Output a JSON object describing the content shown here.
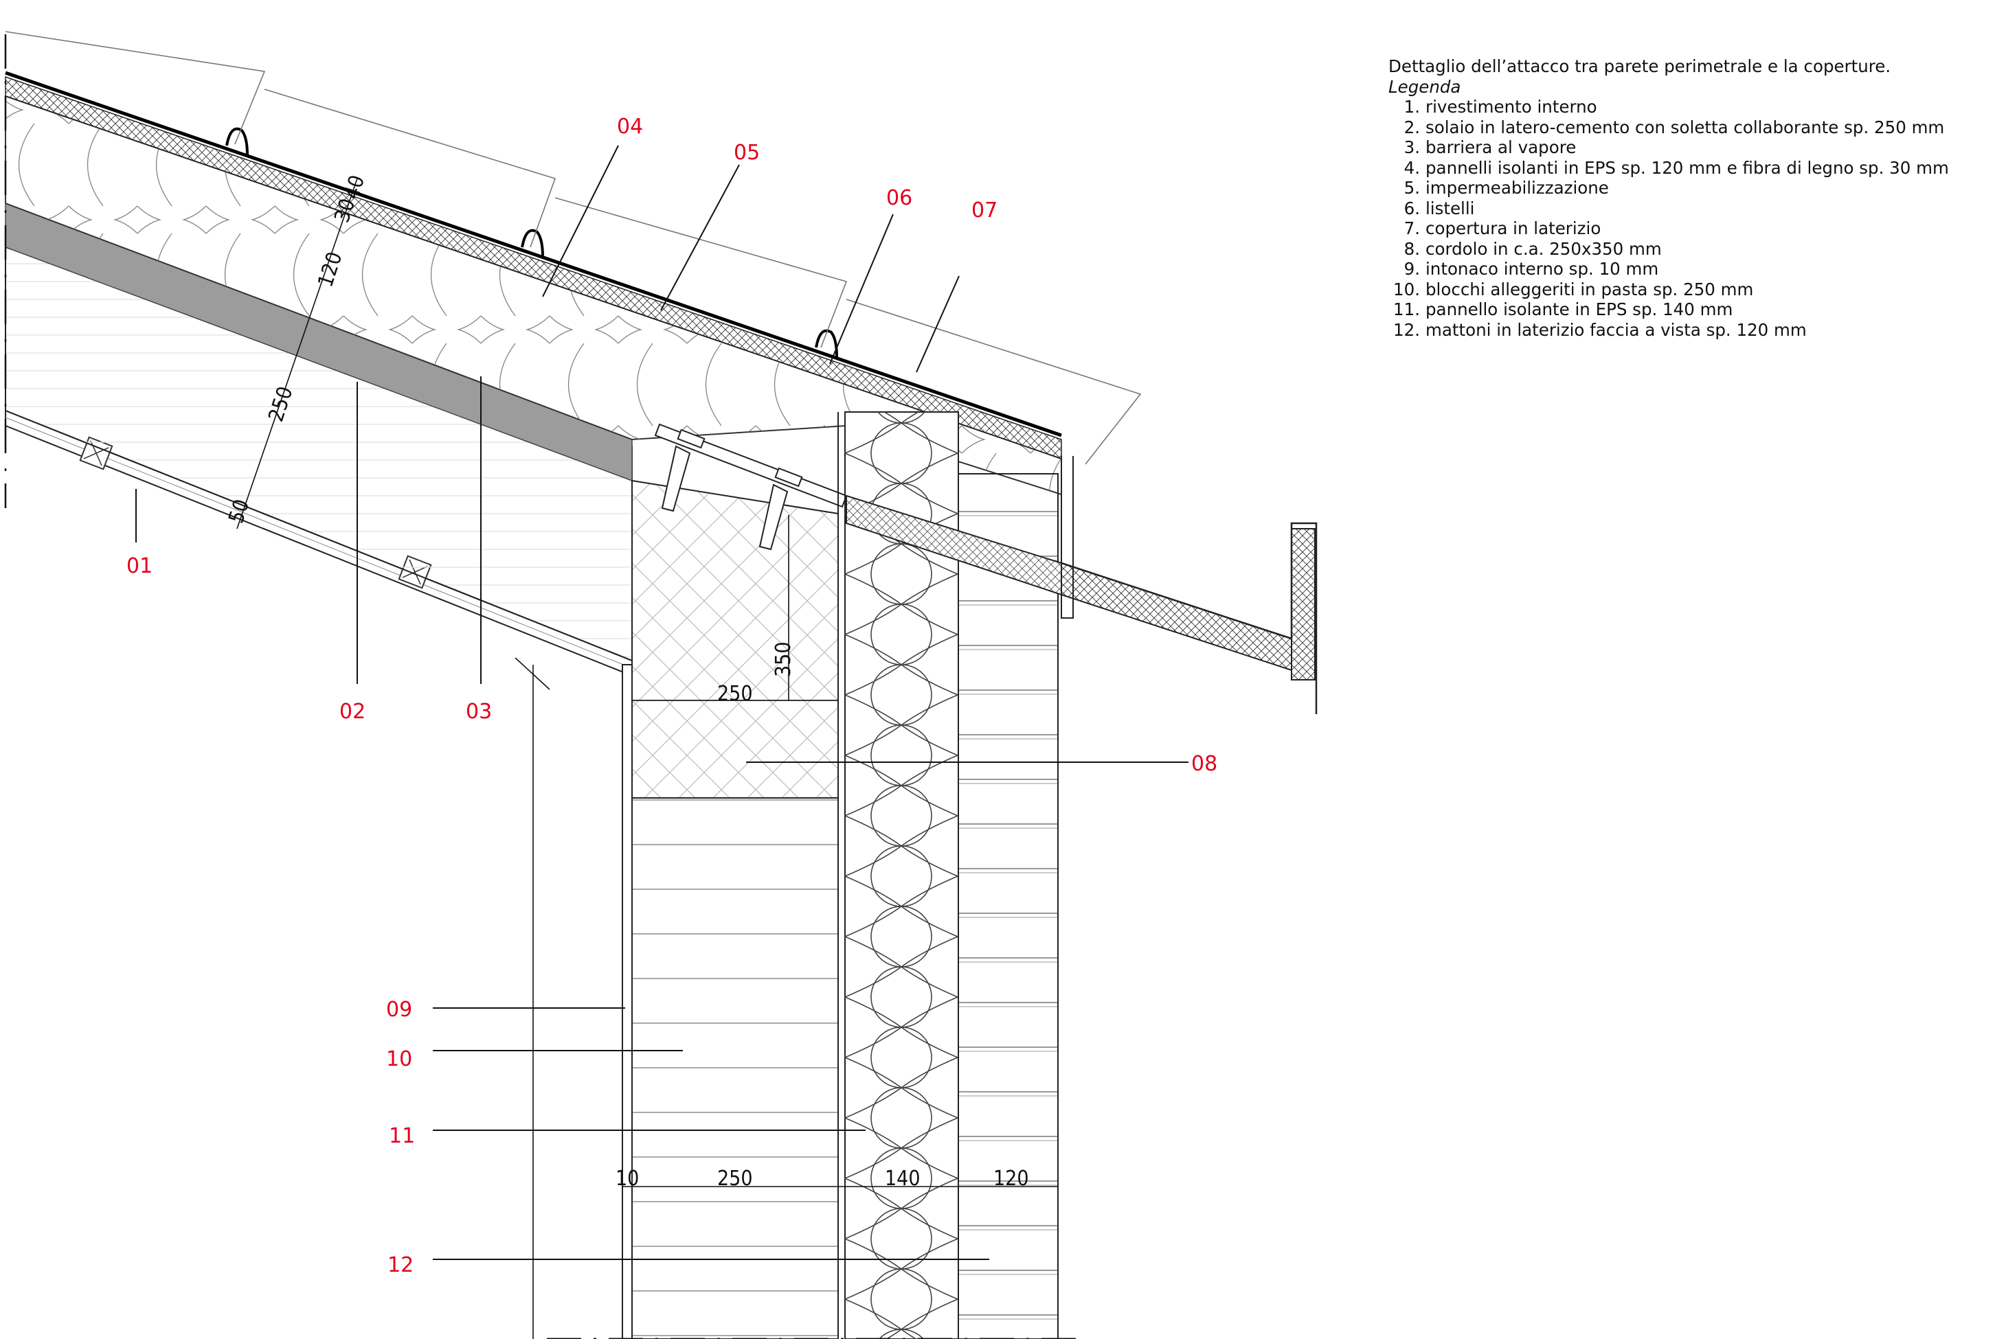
{
  "legend": {
    "title": "Dettaglio dell’attacco tra parete perimetrale e la coperture.",
    "heading": "Legenda",
    "items": [
      {
        "n": "1.",
        "text": "rivestimento interno"
      },
      {
        "n": "2.",
        "text": "solaio in latero-cemento con soletta collaborante sp. 250 mm"
      },
      {
        "n": "3.",
        "text": "barriera al vapore"
      },
      {
        "n": "4.",
        "text": "pannelli isolanti in EPS sp. 120 mm e fibra di legno sp. 30 mm"
      },
      {
        "n": "5.",
        "text": "impermeabilizzazione"
      },
      {
        "n": "6.",
        "text": "listelli"
      },
      {
        "n": "7.",
        "text": "copertura in laterizio"
      },
      {
        "n": "8.",
        "text": "cordolo in c.a. 250x350 mm"
      },
      {
        "n": "9.",
        "text": "intonaco interno sp. 10 mm"
      },
      {
        "n": "10.",
        "text": "blocchi alleggeriti in pasta sp. 250 mm"
      },
      {
        "n": "11.",
        "text": "pannello isolante in EPS sp. 140 mm"
      },
      {
        "n": "12.",
        "text": "mattoni in laterizio faccia a vista sp. 120 mm"
      }
    ]
  },
  "callouts": {
    "c01": "01",
    "c02": "02",
    "c03": "03",
    "c04": "04",
    "c05": "05",
    "c06": "06",
    "c07": "07",
    "c08": "08",
    "c09": "09",
    "c10": "10",
    "c11": "11",
    "c12": "12"
  },
  "dimensions": {
    "roof_30": "30",
    "roof_40": "40",
    "roof_120": "120",
    "roof_250": "250",
    "roof_50": "50",
    "beam_350": "350",
    "beam_250": "250",
    "wall_10": "10",
    "wall_250": "250",
    "wall_140": "140",
    "wall_120": "120"
  },
  "colors": {
    "callout": "#e3001b",
    "line": "#111111",
    "slab_band": "#9c9c9c"
  }
}
